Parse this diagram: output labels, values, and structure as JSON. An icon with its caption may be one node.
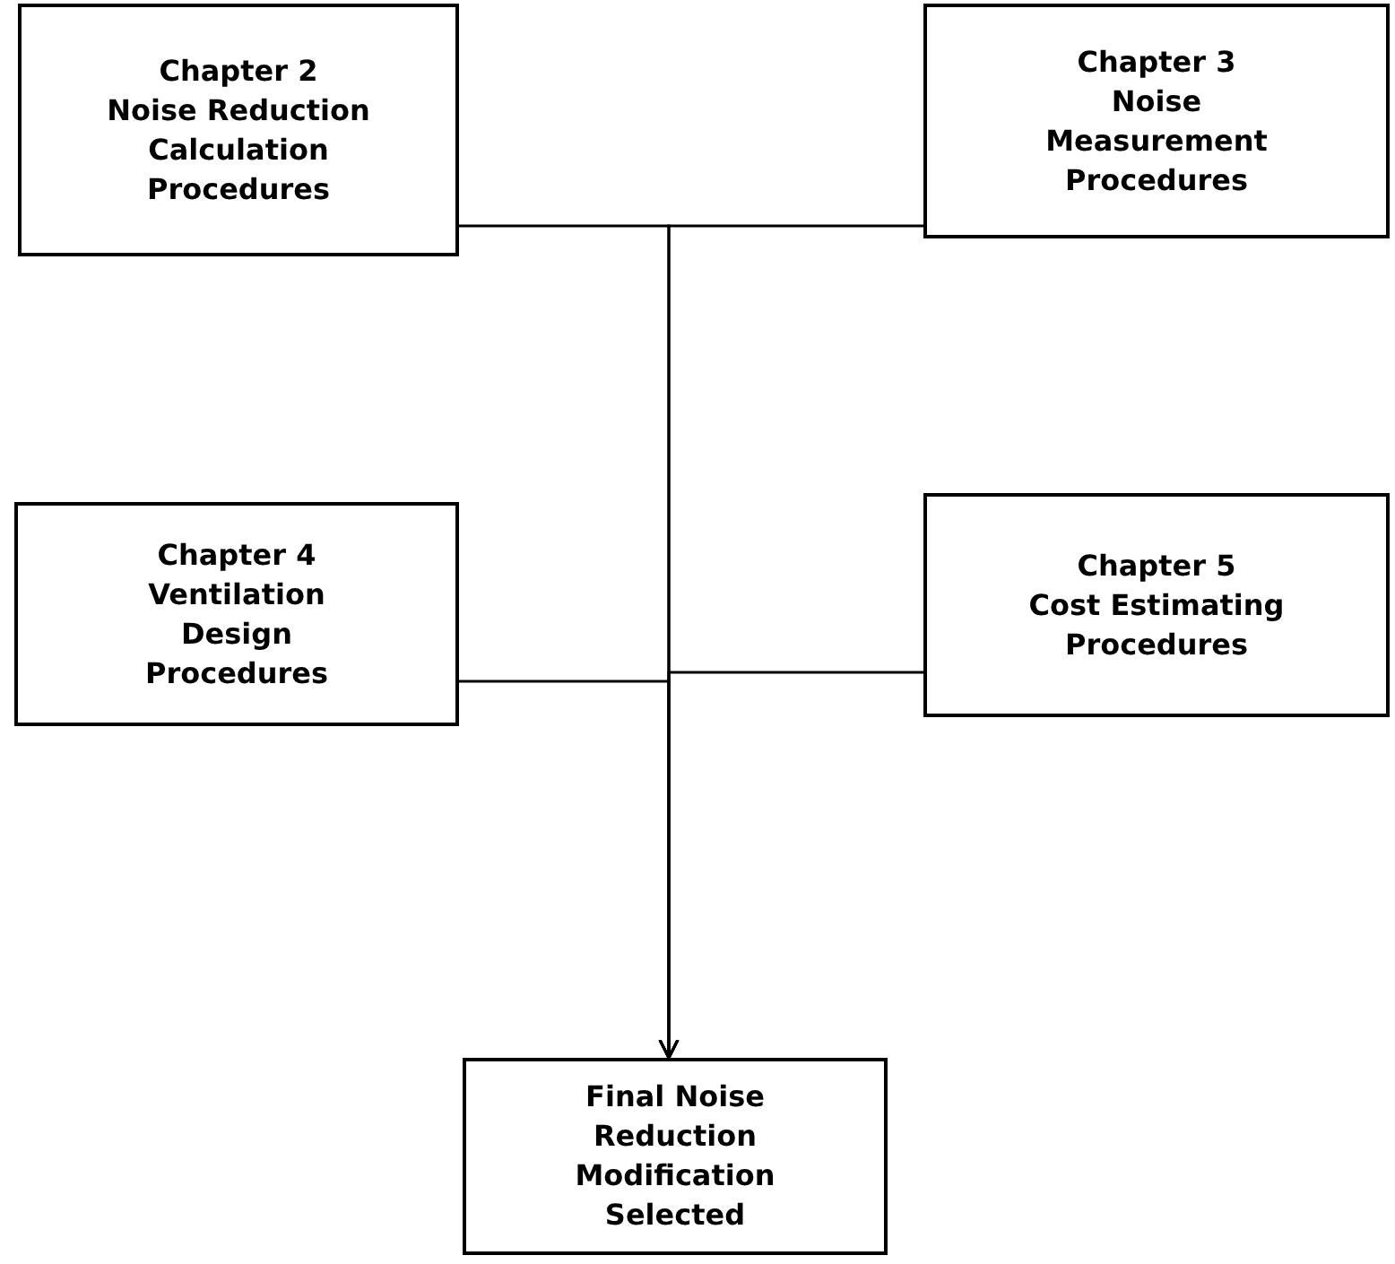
{
  "diagram": {
    "nodes": [
      {
        "text": [
          "Chapter 2",
          "Noise Reduction Calculation Procedures"
        ]
      },
      {
        "text": [
          "Chapter 3",
          "Noise Measurement Procedures"
        ]
      },
      {
        "text": [
          "Chapter 4",
          "Ventilation Design Procedures"
        ]
      },
      {
        "text": [
          "Chapter 5",
          "Cost Estimating Procedures"
        ]
      },
      {
        "text": [
          "Final Noise Reduction Modification Selected"
        ]
      }
    ],
    "edges": [
      {
        "from": 0,
        "to": 4,
        "arrow": "to"
      },
      {
        "from": 1,
        "to": 4,
        "arrow": "to"
      },
      {
        "from": 2,
        "to": 4,
        "arrow": "to"
      },
      {
        "from": 3,
        "to": 4,
        "arrow": "to"
      }
    ]
  }
}
